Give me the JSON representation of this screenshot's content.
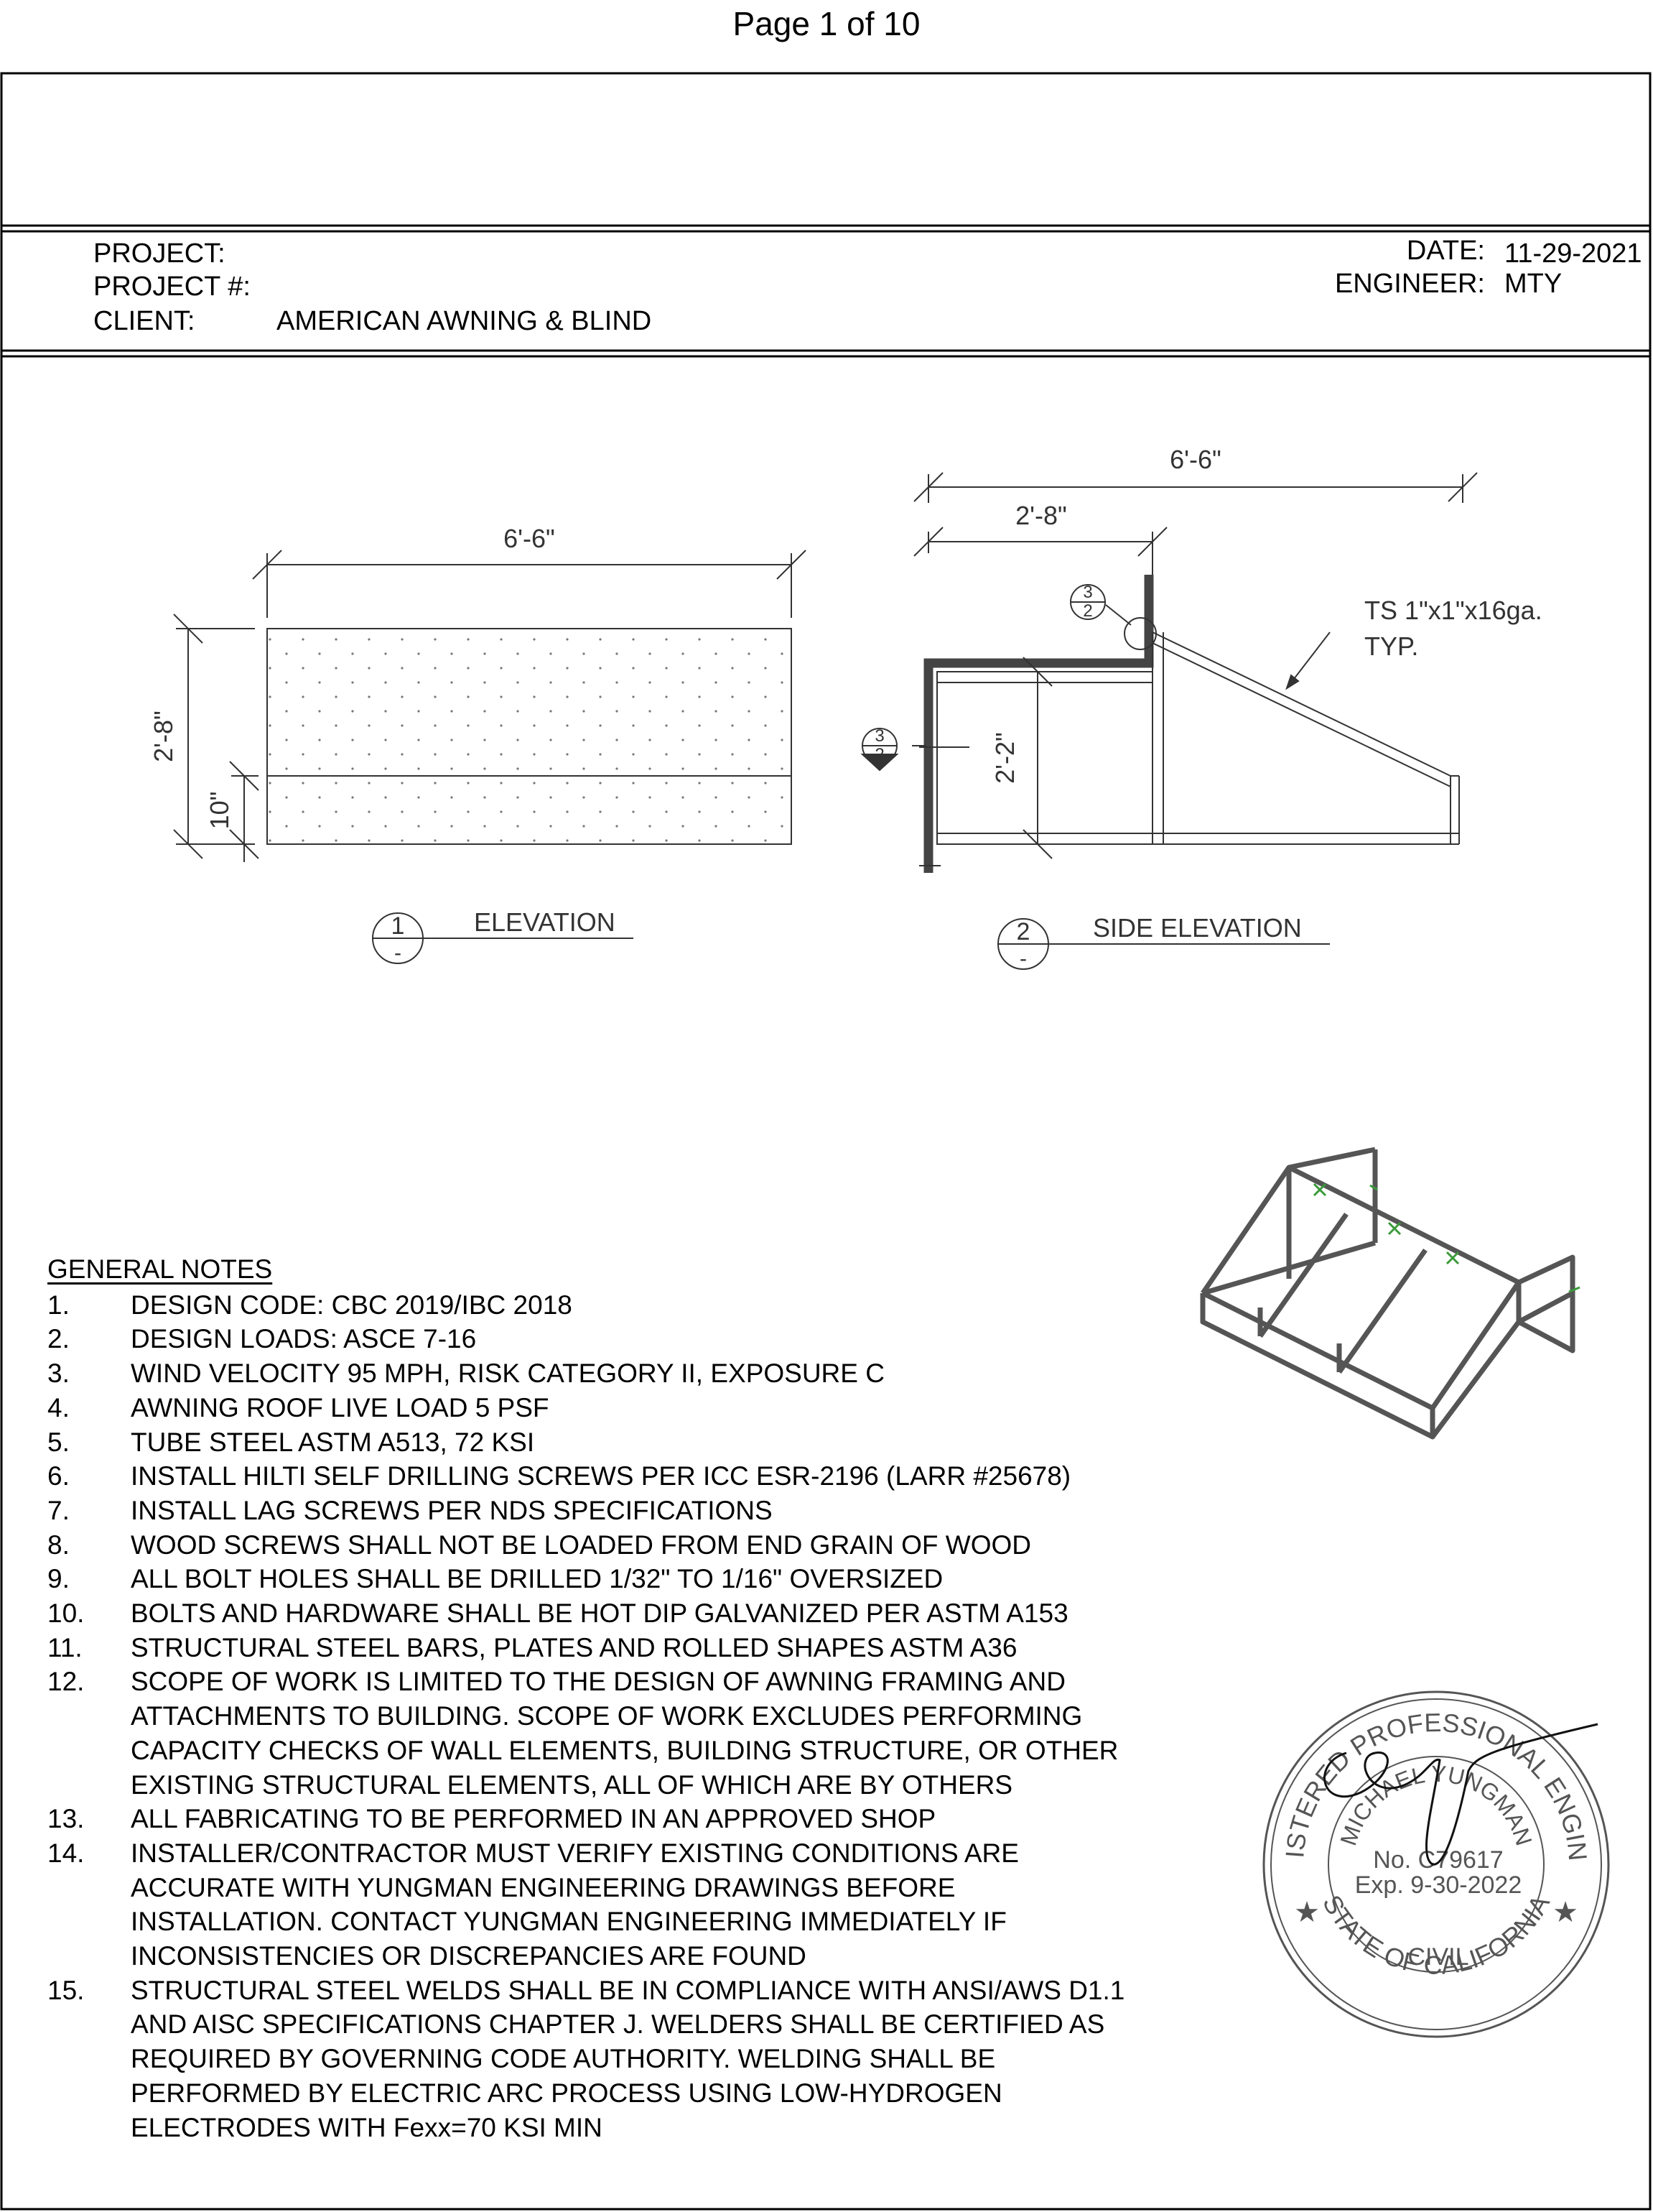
{
  "page_label": "Page 1 of 10",
  "header": {
    "project_label": "PROJECT:",
    "project_value": "",
    "project_no_label": "PROJECT #:",
    "project_no_value": "",
    "client_label": "CLIENT:",
    "client_value": "AMERICAN AWNING & BLIND",
    "date_label": "DATE:",
    "date_value": "11-29-2021",
    "engineer_label": "ENGINEER:",
    "engineer_value": "MTY"
  },
  "drawing": {
    "elevation": {
      "width_dim": "6'-6\"",
      "height_dim": "2'-8\"",
      "valance_dim": "10\"",
      "callout_number": "1",
      "callout_sheet": "-",
      "title": "ELEVATION"
    },
    "side_elevation": {
      "overall_dim": "6'-6\"",
      "projection_dim": "2'-8\"",
      "height_dim": "2'-2\"",
      "weld_symbol_top": "3",
      "weld_symbol_bottom": "2",
      "member_note_line1": "TS 1\"x1\"x16ga.",
      "member_note_line2": "TYP.",
      "callout_number": "2",
      "callout_sheet": "-",
      "title": "SIDE ELEVATION"
    }
  },
  "general_notes": {
    "title": "GENERAL NOTES",
    "items": [
      {
        "num": "1.",
        "lines": [
          "DESIGN CODE: CBC 2019/IBC 2018"
        ]
      },
      {
        "num": "2.",
        "lines": [
          "DESIGN LOADS: ASCE 7-16"
        ]
      },
      {
        "num": "3.",
        "lines": [
          "WIND VELOCITY 95 MPH, RISK CATEGORY II, EXPOSURE C"
        ]
      },
      {
        "num": "4.",
        "lines": [
          "AWNING ROOF LIVE LOAD 5 PSF"
        ]
      },
      {
        "num": "5.",
        "lines": [
          "TUBE STEEL ASTM A513, 72 KSI"
        ]
      },
      {
        "num": "6.",
        "lines": [
          "INSTALL HILTI SELF DRILLING SCREWS PER ICC ESR-2196 (LARR #25678)"
        ]
      },
      {
        "num": "7.",
        "lines": [
          "INSTALL LAG SCREWS PER NDS SPECIFICATIONS"
        ]
      },
      {
        "num": "8.",
        "lines": [
          "WOOD SCREWS SHALL NOT BE LOADED FROM END GRAIN OF WOOD"
        ]
      },
      {
        "num": "9.",
        "lines": [
          "ALL BOLT HOLES SHALL BE DRILLED 1/32\" TO 1/16\" OVERSIZED"
        ]
      },
      {
        "num": "10.",
        "lines": [
          "BOLTS AND HARDWARE SHALL BE HOT DIP GALVANIZED PER ASTM A153"
        ]
      },
      {
        "num": "11.",
        "lines": [
          "STRUCTURAL STEEL BARS, PLATES AND ROLLED SHAPES ASTM A36"
        ]
      },
      {
        "num": "12.",
        "lines": [
          "SCOPE OF WORK IS LIMITED TO THE DESIGN OF AWNING FRAMING AND",
          "ATTACHMENTS TO BUILDING. SCOPE OF WORK EXCLUDES PERFORMING",
          "CAPACITY CHECKS OF WALL ELEMENTS, BUILDING STRUCTURE,  OR OTHER",
          "EXISTING STRUCTURAL ELEMENTS, ALL OF WHICH ARE BY OTHERS"
        ]
      },
      {
        "num": "13.",
        "lines": [
          "ALL FABRICATING TO BE PERFORMED IN AN APPROVED SHOP"
        ]
      },
      {
        "num": "14.",
        "lines": [
          "INSTALLER/CONTRACTOR MUST VERIFY EXISTING CONDITIONS ARE",
          "ACCURATE WITH YUNGMAN ENGINEERING DRAWINGS BEFORE",
          "INSTALLATION. CONTACT YUNGMAN ENGINEERING IMMEDIATELY IF",
          "INCONSISTENCIES OR DISCREPANCIES ARE FOUND"
        ]
      },
      {
        "num": "15.",
        "lines": [
          "STRUCTURAL STEEL WELDS SHALL BE IN COMPLIANCE WITH ANSI/AWS D1.1",
          "AND AISC SPECIFICATIONS CHAPTER J. WELDERS SHALL BE CERTIFIED AS",
          "REQUIRED BY GOVERNING CODE AUTHORITY. WELDING SHALL BE",
          "PERFORMED BY ELECTRIC ARC PROCESS USING LOW-HYDROGEN",
          "ELECTRODES WITH Fexx=70 KSI MIN"
        ]
      }
    ]
  },
  "seal": {
    "ring_top": "REGISTERED PROFESSIONAL ENGINEER",
    "name": "MICHAEL YUNGMAN",
    "license": "No. C79617",
    "expiration": "Exp. 9-30-2022",
    "discipline": "CIVIL",
    "ring_bottom": "STATE OF CALIFORNIA"
  }
}
